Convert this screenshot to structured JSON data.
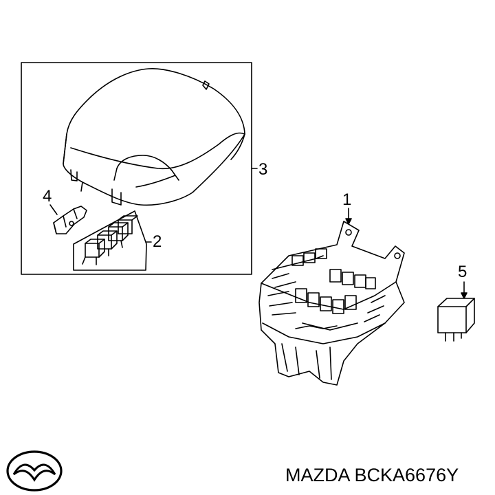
{
  "diagram": {
    "callouts": {
      "fuse_block": "1",
      "relay_set": "2",
      "cover": "3",
      "fuse_puller": "4",
      "relay": "5"
    },
    "footer": {
      "brand_logo": "MAZDA",
      "part_text": "MAZDA BCKA6676Y"
    }
  }
}
